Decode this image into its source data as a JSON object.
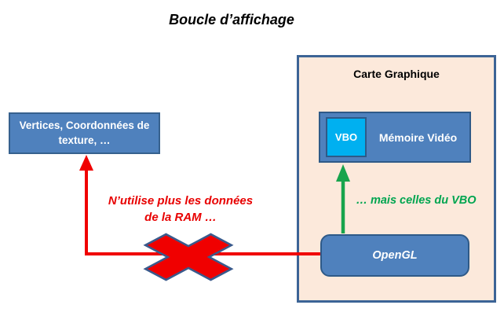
{
  "title": "Boucle d’affichage",
  "ram_box": {
    "label": "Vertices, Coordonnées de texture, …"
  },
  "gpu": {
    "label": "Carte Graphique",
    "video_memory": {
      "label": "Mémoire Vidéo",
      "vbo_label": "VBO"
    },
    "opengl": {
      "label": "OpenGL"
    }
  },
  "annotations": {
    "red_line1": "N’utilise plus les données",
    "red_line2": "de la RAM …",
    "green": "… mais celles du VBO"
  },
  "colors": {
    "box_fill": "#4F81BD",
    "box_border": "#2E5A88",
    "container_fill": "#FCE9DB",
    "container_border": "#3C6496",
    "vbo_fill": "#00B0F0",
    "arrow_red": "#F00000",
    "cross_red": "#F00000",
    "cross_outline": "#3A5A8C",
    "arrow_green": "#18A44C",
    "annotation_red": "#E80000",
    "annotation_green": "#00A550",
    "text_on_box": "#FFFFFF"
  }
}
